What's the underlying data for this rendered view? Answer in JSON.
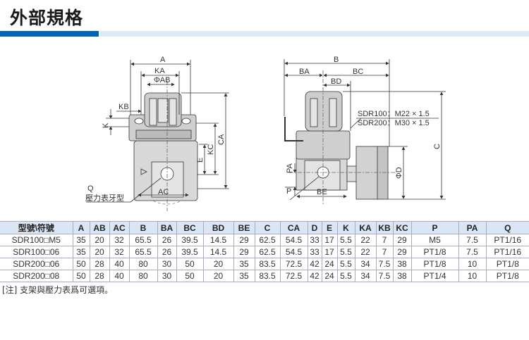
{
  "title": "外部規格",
  "diagram_left": {
    "A": "A",
    "KA": "KA",
    "AB": "ΦAB",
    "KB": "KB",
    "K": "K",
    "CA": "CA",
    "KC": "KC",
    "E": "E",
    "AC": "AC",
    "Q": "Q",
    "gauge_thread": "壓力表牙型"
  },
  "diagram_right": {
    "B": "B",
    "BA": "BA",
    "BC": "BC",
    "BD": "BD",
    "thread1": "SDR100：M22 × 1.5",
    "thread2": "SDR200：M30 × 1.5",
    "C": "C",
    "D": "ΦD",
    "PA": "PA",
    "P": "P",
    "BE": "BE"
  },
  "table": {
    "headers": [
      "型號\\符號",
      "A",
      "AB",
      "AC",
      "B",
      "BA",
      "BC",
      "BD",
      "BE",
      "C",
      "CA",
      "D",
      "E",
      "K",
      "KA",
      "KB",
      "KC",
      "P",
      "PA",
      "Q"
    ],
    "rows": [
      [
        "SDR100□M5",
        "35",
        "20",
        "32",
        "65.5",
        "26",
        "39.5",
        "14.5",
        "29",
        "62.5",
        "54.5",
        "33",
        "17",
        "5.5",
        "22",
        "7",
        "29",
        "M5",
        "7.5",
        "PT1/16"
      ],
      [
        "SDR100□06",
        "35",
        "20",
        "32",
        "65.5",
        "26",
        "39.5",
        "14.5",
        "29",
        "62.5",
        "54.5",
        "33",
        "17",
        "5.5",
        "22",
        "7",
        "29",
        "PT1/8",
        "7.5",
        "PT1/16"
      ],
      [
        "SDR200□06",
        "50",
        "28",
        "40",
        "80",
        "30",
        "50",
        "20",
        "35",
        "83.5",
        "72.5",
        "42",
        "24",
        "5.5",
        "34",
        "7.5",
        "38",
        "PT1/8",
        "10",
        "PT1/8"
      ],
      [
        "SDR200□08",
        "50",
        "28",
        "40",
        "80",
        "30",
        "50",
        "20",
        "35",
        "83.5",
        "72.5",
        "42",
        "24",
        "5.5",
        "34",
        "7.5",
        "38",
        "PT1/4",
        "10",
        "PT1/8"
      ]
    ]
  },
  "note": "[注] 支架與壓力表爲可選項。"
}
